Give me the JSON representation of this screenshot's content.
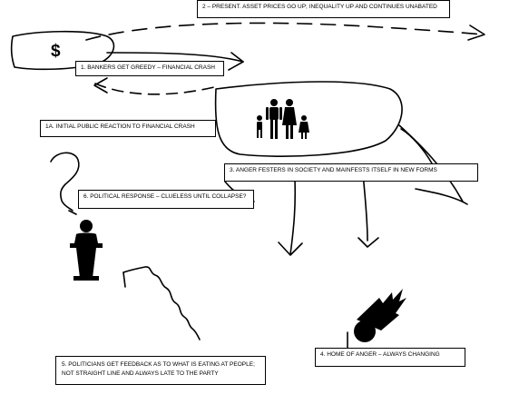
{
  "dollar_symbol": "$",
  "labels": {
    "present": "2 – PRESENT. ASSET PRICES GO UP; INEQUALITY UP AND CONTINUES UNABATED",
    "bankers": "1. BANKERS GET GREEDY – FINANCIAL CRASH",
    "initial_reaction": "1A. INITIAL PUBLIC REACTION TO FINANCIAL CRASH",
    "anger_festers": "3. ANGER FESTERS IN SOCIETY AND MAINFESTS ITSELF IN NEW FORMS",
    "political_response": "6. POLITICAL RESPONSE – CLUELESS UNTIL COLLAPSE?",
    "politicians_feedback": "5. POLITICIANS GET FEEDBACK AS TO WHAT IS EATING AT PEOPLE; NOT STRAIGHT LINE AND ALWAYS LATE TO THE PARTY",
    "home_of_anger": "4. HOME OF ANGER – ALWAYS CHANGING"
  },
  "icons": [
    "dollar-icon",
    "family-icon",
    "politician-podium-icon",
    "question-mark-icon",
    "meteor-icon"
  ]
}
